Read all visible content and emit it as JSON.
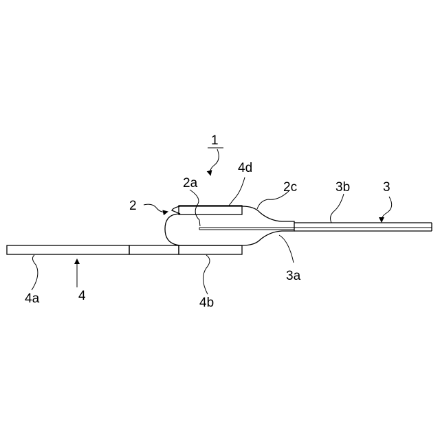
{
  "labels": {
    "l1": "1",
    "l2": "2",
    "l2a": "2a",
    "l2c": "2c",
    "l3": "3",
    "l3a": "3a",
    "l3b": "3b",
    "l4": "4",
    "l4a": "4a",
    "l4b": "4b",
    "l4d": "4d"
  }
}
